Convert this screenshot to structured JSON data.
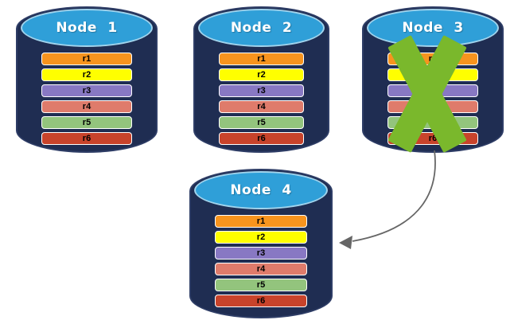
{
  "colors": {
    "background": "#ffffff",
    "cylinder_body": "#1F2D52",
    "cylinder_border": "#2E3D66",
    "cylinder_top": "#2F9FD8",
    "node_title_text": "#ffffff",
    "row_text": "#000000",
    "row_border": "#ffffff",
    "x_mark": "#7AB82C",
    "arrow": "#666666"
  },
  "nodes": [
    {
      "label": "Node 1",
      "status": "active"
    },
    {
      "label": "Node 2",
      "status": "active"
    },
    {
      "label": "Node 3",
      "status": "failed"
    },
    {
      "label": "Node 4",
      "status": "active"
    }
  ],
  "rows": [
    {
      "label": "r1",
      "color": "#F7941E"
    },
    {
      "label": "r2",
      "color": "#FFFF00"
    },
    {
      "label": "r3",
      "color": "#8878C3"
    },
    {
      "label": "r4",
      "color": "#DF7B6B"
    },
    {
      "label": "r5",
      "color": "#93C47D"
    },
    {
      "label": "r6",
      "color": "#C8432B"
    }
  ],
  "failure_mark": {
    "node": "Node 3",
    "icon": "x-mark",
    "color": "#7AB82C"
  },
  "connector": {
    "from": "Node 3",
    "to": "Node 4",
    "color": "#666666"
  }
}
